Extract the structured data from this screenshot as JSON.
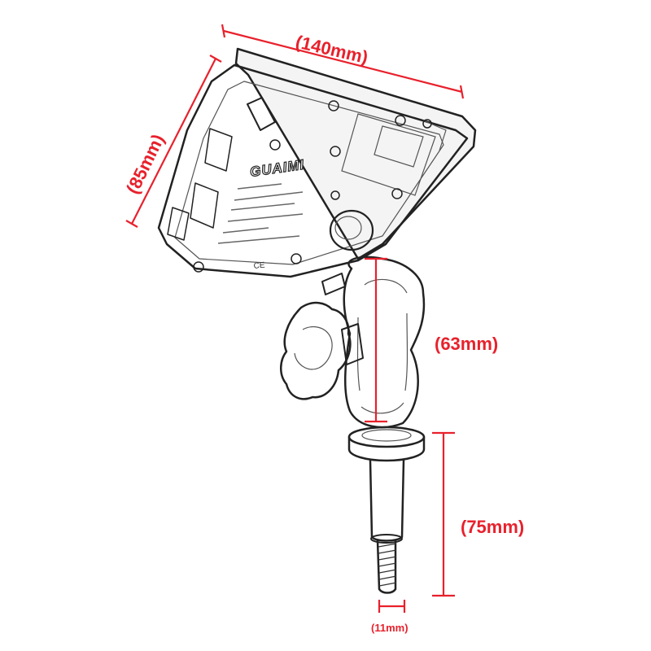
{
  "dimensions": {
    "width_label": "(140mm)",
    "height_label": "(85mm)",
    "arm_label": "(63mm)",
    "stem_label": "(75mm)",
    "thread_label": "(11mm)"
  },
  "device": {
    "brand": "GUAIMI"
  },
  "colors": {
    "dimension_red": "#e8212c",
    "outline": "#222222"
  }
}
